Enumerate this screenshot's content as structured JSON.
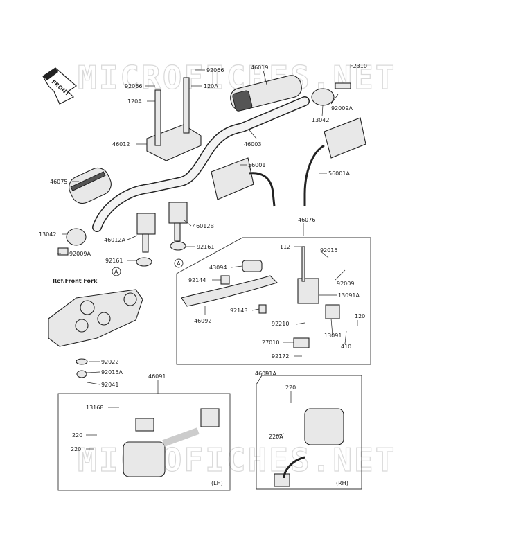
{
  "figure_id": "F2310",
  "watermark": "MICROFICHES.NET",
  "direction": {
    "front": "FRONT"
  },
  "reference": "Ref.Front Fork",
  "marker_a": "A",
  "box_labels": {
    "left_switch": "(LH)",
    "right_switch": "(RH)"
  },
  "callouts": [
    "92066",
    "46019",
    "92066",
    "120A",
    "120A",
    "92009A",
    "13042",
    "46012",
    "46003",
    "56001",
    "56001A",
    "46075",
    "46012B",
    "13042",
    "46012A",
    "92161",
    "92009A",
    "92161",
    "46076",
    "112",
    "92015",
    "43094",
    "92009",
    "92144",
    "13091A",
    "92143",
    "92210",
    "46092",
    "120",
    "13091",
    "410",
    "27010",
    "92172",
    "92022",
    "92015A",
    "92041",
    "46091",
    "46091A",
    "220",
    "13168",
    "220A",
    "220",
    "220"
  ]
}
